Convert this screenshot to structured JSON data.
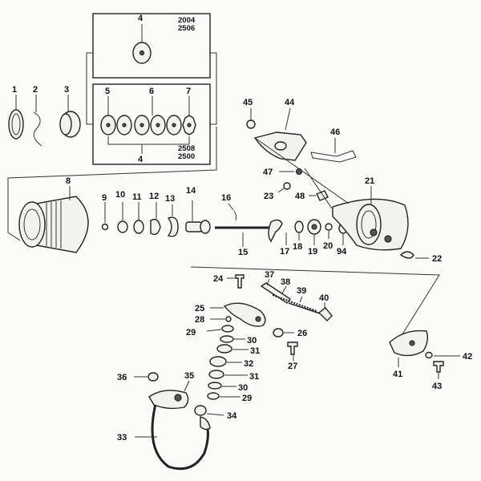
{
  "models": {
    "top_a": "2004",
    "top_b": "2506",
    "bottom_a": "2508",
    "bottom_b": "2500"
  },
  "labels": {
    "n1": "1",
    "n2": "2",
    "n3": "3",
    "n4a": "4",
    "n4b": "4",
    "n5": "5",
    "n6": "6",
    "n7": "7",
    "n8": "8",
    "n9": "9",
    "n10": "10",
    "n11": "11",
    "n12": "12",
    "n13": "13",
    "n14": "14",
    "n15": "15",
    "n16": "16",
    "n17": "17",
    "n18": "18",
    "n19": "19",
    "n20": "20",
    "n21": "21",
    "n22": "22",
    "n23": "23",
    "n24": "24",
    "n25": "25",
    "n26": "26",
    "n27": "27",
    "n28": "28",
    "n29a": "29",
    "n29b": "29",
    "n30a": "30",
    "n30b": "30",
    "n31a": "31",
    "n31b": "31",
    "n32": "32",
    "n33": "33",
    "n34": "34",
    "n35": "35",
    "n36": "36",
    "n37": "37",
    "n38": "38",
    "n39": "39",
    "n40": "40",
    "n41": "41",
    "n42": "42",
    "n43": "43",
    "n44": "44",
    "n45": "45",
    "n46": "46",
    "n47": "47",
    "n48": "48",
    "n94": "94"
  }
}
